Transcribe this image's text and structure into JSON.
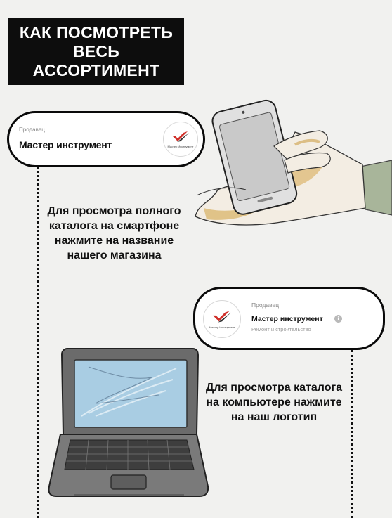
{
  "title": {
    "lines": [
      "КАК ПОСМОТРЕТЬ",
      "ВЕСЬ",
      "АССОРТИМЕНТ"
    ]
  },
  "mobile_card": {
    "seller_label": "Продавец",
    "seller_name": "Мастер инструмент",
    "logo_text": "Мастер Инструмент"
  },
  "desktop_card": {
    "seller_label": "Продавец",
    "seller_name": "Мастер инструмент",
    "seller_subtitle": "Ремонт и строительство",
    "logo_text": "Мастер Инструмент",
    "info_glyph": "i"
  },
  "instructions": {
    "mobile": "Для просмотра полного каталога на смартфоне нажмите на название нашего магазина",
    "desktop": "Для просмотра каталога на компьютере нажмите на наш логотип"
  },
  "colors": {
    "background": "#f1f1ef",
    "title_bg": "#0d0d0d",
    "logo_red": "#d0302a",
    "logo_dark": "#2a2a2a"
  },
  "icons": [
    "phone-in-hand-illustration",
    "laptop-illustration",
    "brand-logo-icon",
    "info-icon"
  ]
}
